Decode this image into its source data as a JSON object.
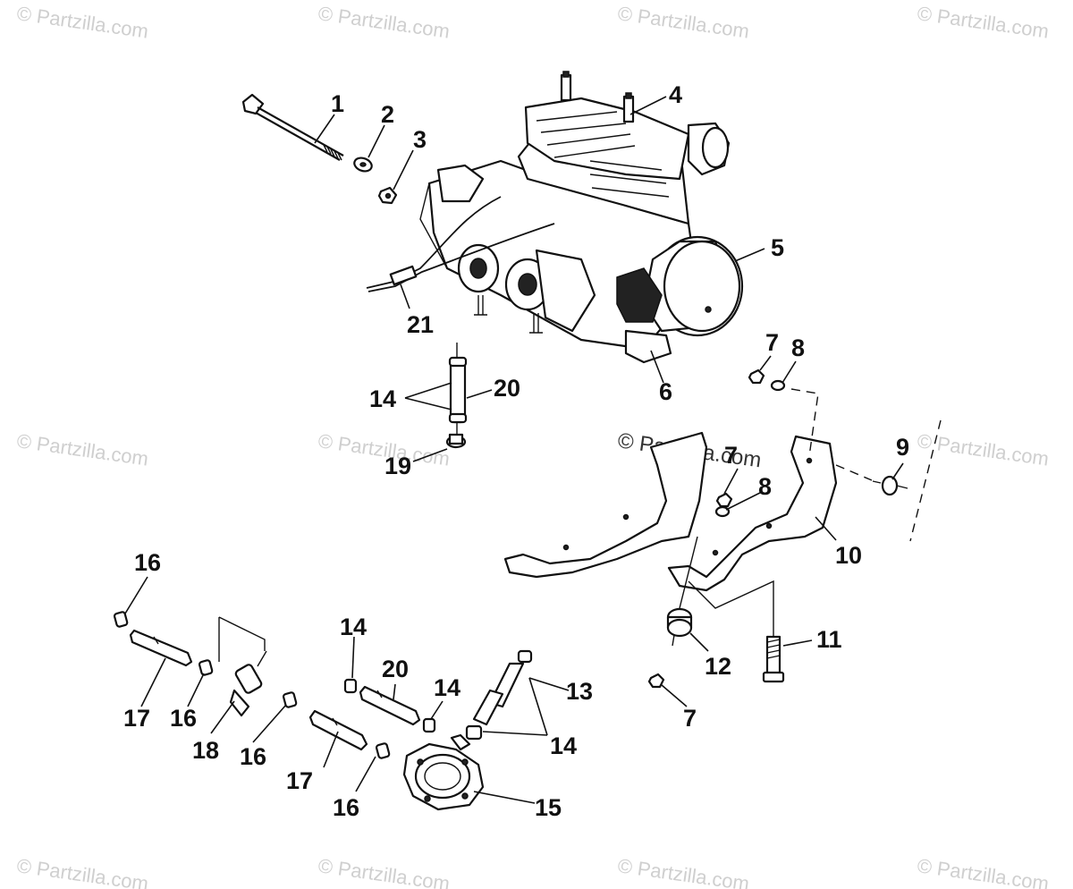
{
  "watermark": {
    "text": "© Partzilla.com",
    "center_text": "© Partzilla.com"
  },
  "callouts": [
    {
      "id": "c1",
      "text": "1"
    },
    {
      "id": "c2",
      "text": "2"
    },
    {
      "id": "c3",
      "text": "3"
    },
    {
      "id": "c4",
      "text": "4"
    },
    {
      "id": "c5",
      "text": "5"
    },
    {
      "id": "c6",
      "text": "6"
    },
    {
      "id": "c7a",
      "text": "7"
    },
    {
      "id": "c8a",
      "text": "8"
    },
    {
      "id": "c7b",
      "text": "7"
    },
    {
      "id": "c8b",
      "text": "8"
    },
    {
      "id": "c9",
      "text": "9"
    },
    {
      "id": "c10",
      "text": "10"
    },
    {
      "id": "c11",
      "text": "11"
    },
    {
      "id": "c12",
      "text": "12"
    },
    {
      "id": "c7c",
      "text": "7"
    },
    {
      "id": "c13",
      "text": "13"
    },
    {
      "id": "c14a",
      "text": "14"
    },
    {
      "id": "c20a",
      "text": "20"
    },
    {
      "id": "c19",
      "text": "19"
    },
    {
      "id": "c21",
      "text": "21"
    },
    {
      "id": "c16a",
      "text": "16"
    },
    {
      "id": "c17a",
      "text": "17"
    },
    {
      "id": "c16b",
      "text": "16"
    },
    {
      "id": "c18",
      "text": "18"
    },
    {
      "id": "c16c",
      "text": "16"
    },
    {
      "id": "c14b",
      "text": "14"
    },
    {
      "id": "c20b",
      "text": "20"
    },
    {
      "id": "c14c",
      "text": "14"
    },
    {
      "id": "c17b",
      "text": "17"
    },
    {
      "id": "c16d",
      "text": "16"
    },
    {
      "id": "c14d",
      "text": "14"
    },
    {
      "id": "c15",
      "text": "15"
    }
  ]
}
